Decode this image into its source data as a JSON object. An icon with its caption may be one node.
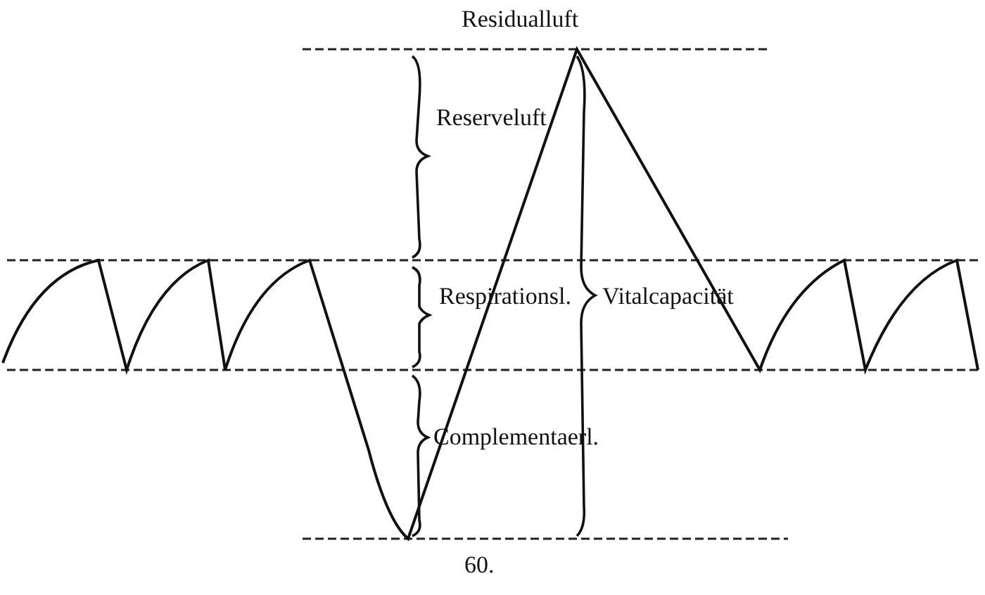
{
  "diagram": {
    "caption": "60.",
    "labels": [
      "Residualluft",
      "Reserveluft",
      "Respirationsl.",
      "Vitalcapacität",
      "Complementaerl."
    ]
  }
}
